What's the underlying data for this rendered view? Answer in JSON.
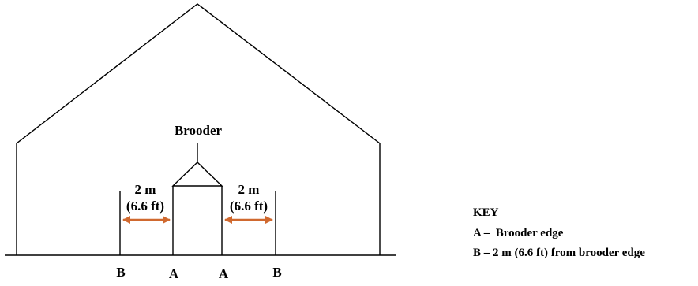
{
  "diagram": {
    "brooder_label": "Brooder",
    "left_distance": {
      "value": "2 m",
      "alt": "(6.6 ft)"
    },
    "right_distance": {
      "value": "2 m",
      "alt": "(6.6 ft)"
    },
    "floor_marks": [
      "B",
      "A",
      "A",
      "B"
    ],
    "arrow_color": "#d0692f",
    "line_color": "#000000"
  },
  "key": {
    "title": "KEY",
    "items": [
      {
        "letter": "A",
        "text": "A –  Brooder edge"
      },
      {
        "letter": "B",
        "text": "B – 2 m (6.6 ft) from brooder edge"
      }
    ]
  }
}
